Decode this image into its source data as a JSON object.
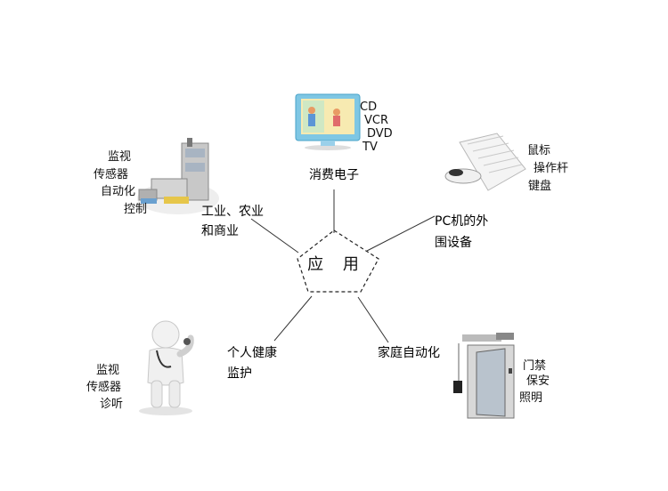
{
  "center": {
    "label": "应 用"
  },
  "consumer": {
    "title": "消费电子",
    "items": [
      "CD",
      "VCR",
      "DVD",
      "TV"
    ]
  },
  "pc": {
    "title_line1": "PC机的外",
    "title_line2": "围设备",
    "items": [
      "鼠标",
      "操作杆",
      "键盘"
    ]
  },
  "industry": {
    "title_line1": "工业、农业",
    "title_line2": "和商业",
    "items": [
      "监视",
      "传感器",
      "自动化",
      "控制"
    ]
  },
  "health": {
    "title_line1": "个人健康",
    "title_line2": "监护",
    "items": [
      "监视",
      "传感器",
      "诊听"
    ]
  },
  "home": {
    "title": "家庭自动化",
    "items": [
      "门禁",
      "保安",
      "照明"
    ]
  }
}
